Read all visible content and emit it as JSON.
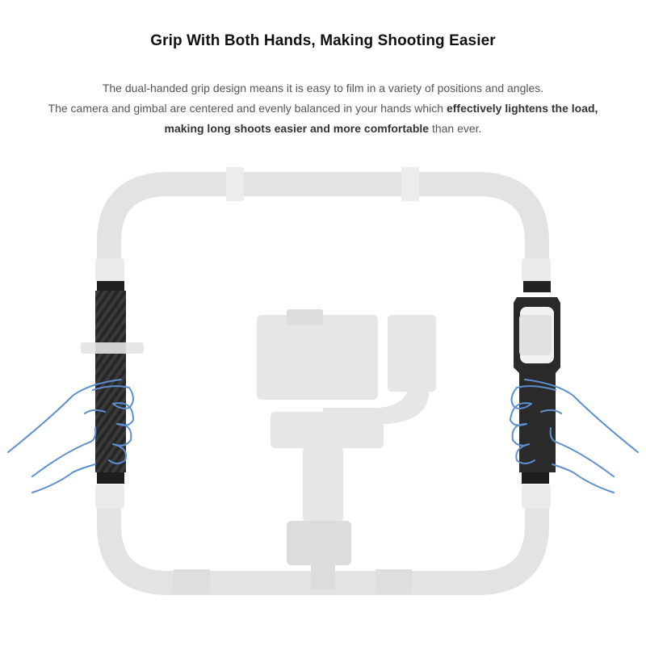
{
  "header": {
    "title": "Grip With Both Hands, Making Shooting Easier"
  },
  "description": {
    "line1": "The dual-handed grip design means it is easy to film in a variety of positions and angles.",
    "line2_plain": "The camera and gimbal are centered and evenly balanced in your hands which ",
    "line2_bold": "effectively lightens the load,",
    "line3_bold": "making long shoots easier and more comfortable",
    "line3_plain": " than ever."
  },
  "illustration": {
    "subject": "dual-handle ring grip with gimbal and camera",
    "colors": {
      "frame": "#e3e3e3",
      "handle": "#2a2a2a",
      "hand_outline": "#5b8fd0",
      "gimbal": "#e6e6e6"
    }
  }
}
